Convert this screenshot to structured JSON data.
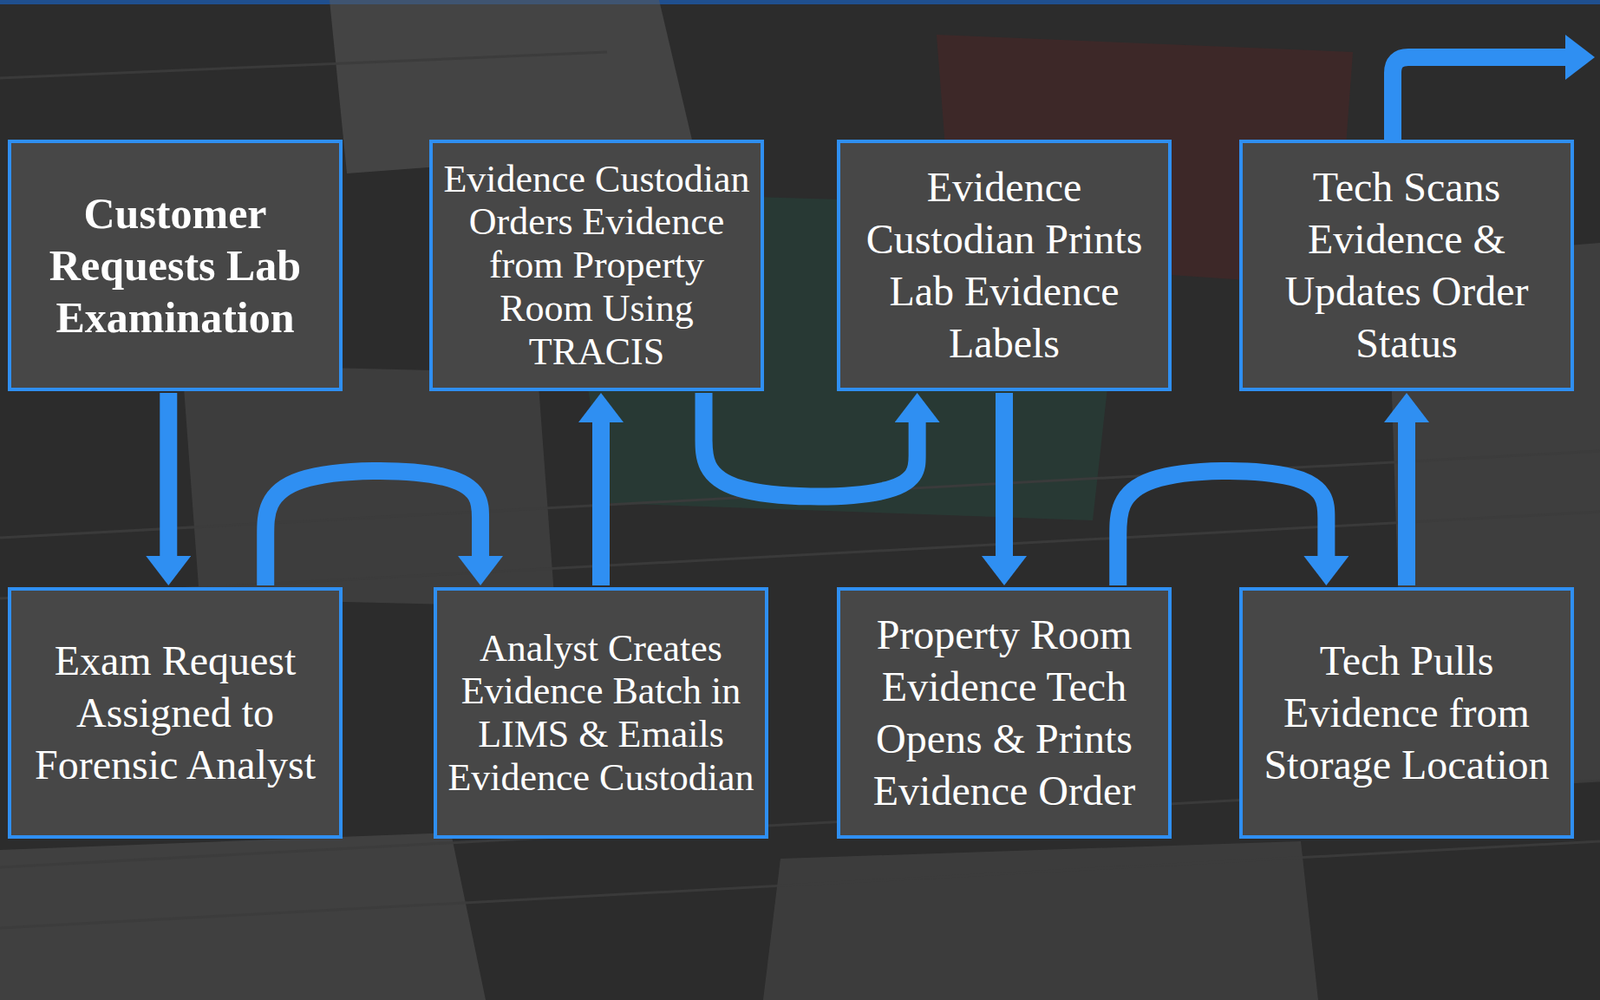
{
  "diagram": {
    "nodes": [
      {
        "text": [
          "Customer Requests Lab Examination"
        ]
      },
      {
        "text": [
          "Exam Request Assigned to Forensic Analyst"
        ]
      },
      {
        "text": [
          "Analyst Creates Evidence Batch in LIMS & Emails Evidence Custodian"
        ]
      },
      {
        "text": [
          "Evidence Custodian Orders Evidence from Property Room Using TRACIS"
        ]
      },
      {
        "text": [
          "Evidence Custodian Prints Lab Evidence Labels"
        ]
      },
      {
        "text": [
          "Property Room Evidence Tech Opens & Prints Evidence Order"
        ]
      },
      {
        "text": [
          "Tech Pulls Evidence from Storage Location"
        ]
      },
      {
        "text": [
          "Tech Scans Evidence & Updates Order Status"
        ]
      }
    ],
    "edges": [
      {
        "from": 0,
        "to": 1,
        "arrow": "to"
      },
      {
        "from": 1,
        "to": 2,
        "arrow": "to"
      },
      {
        "from": 2,
        "to": 3,
        "arrow": "to"
      },
      {
        "from": 3,
        "to": 4,
        "arrow": "to"
      },
      {
        "from": 4,
        "to": 5,
        "arrow": "to"
      },
      {
        "from": 5,
        "to": 6,
        "arrow": "to"
      },
      {
        "from": 6,
        "to": 7,
        "arrow": "to"
      }
    ]
  }
}
